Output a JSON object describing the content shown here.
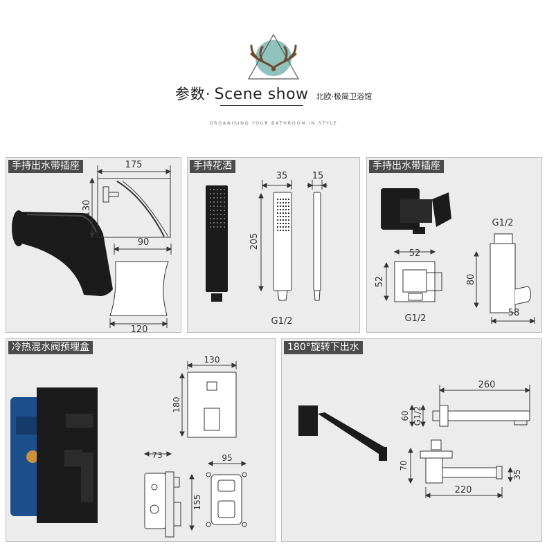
{
  "header": {
    "title_cn": "参数·",
    "title_en": "Scene show",
    "tagline": "北欧·极简卫浴馆",
    "slogan": "ORGANISING YOUR BATHROOM IN STYLE"
  },
  "panels": [
    {
      "label": "手持出水带插座",
      "dims": [
        "175",
        "130",
        "90",
        "120"
      ]
    },
    {
      "label": "手持花洒",
      "dims": [
        "35",
        "15",
        "205",
        "G1/2"
      ]
    },
    {
      "label": "手持出水带插座",
      "dims": [
        "G1/2",
        "52",
        "52",
        "80",
        "G1/2",
        "58"
      ]
    },
    {
      "label": "冷热混水阀预埋盒",
      "dims": [
        "130",
        "180",
        "73",
        "95",
        "155"
      ]
    },
    {
      "label": "180°旋转下出水",
      "dims": [
        "260",
        "60",
        "G1/2",
        "70",
        "35",
        "220"
      ]
    }
  ],
  "colors": {
    "panel_bg": "#ececec",
    "label_bg": "#4b4b4b",
    "line": "#333333",
    "product": "#1b1b1b",
    "box_blue": "#1d4f8c",
    "brass": "#c9923b"
  },
  "icons": [
    "deer-antler-logo"
  ]
}
